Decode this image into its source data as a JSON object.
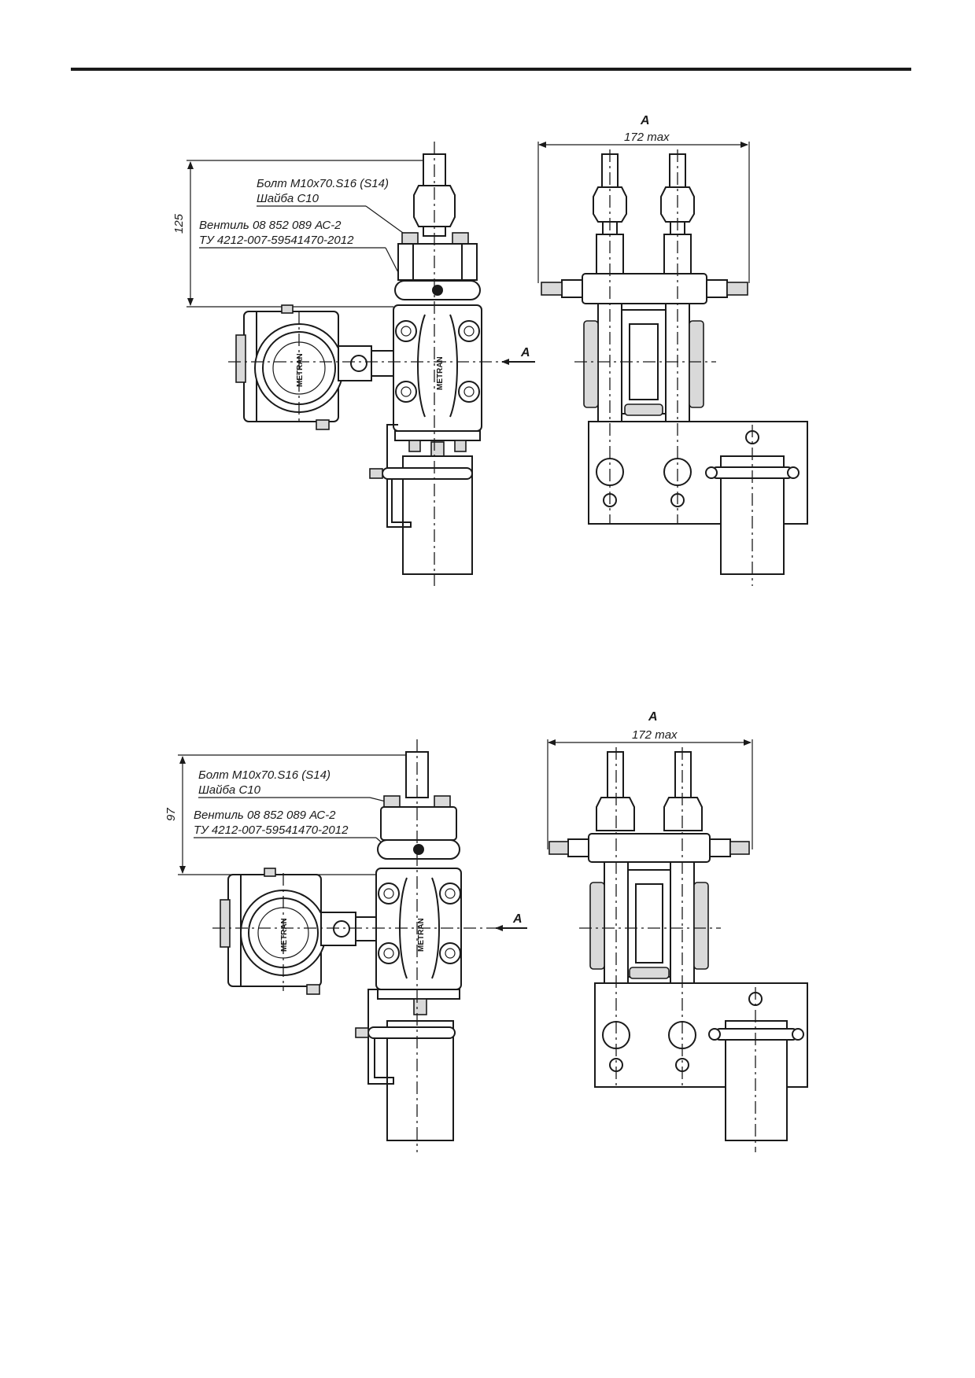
{
  "figures": [
    {
      "dimension_height": "125",
      "bolt_label": "Болт М10х70.S16 (S14)",
      "washer_label": "Шайба С10",
      "valve_label": "Вентиль 08 852 089 АС-2",
      "spec_label": "ТУ 4212-007-59541470-2012",
      "view_arrow_label": "A",
      "view_title": "A",
      "width_dimension": "172 max",
      "brand_mark": "METRAN"
    },
    {
      "dimension_height": "97",
      "bolt_label": "Болт М10х70.S16 (S14)",
      "washer_label": "Шайба С10",
      "valve_label": "Вентиль 08 852 089 АС-2",
      "spec_label": "ТУ 4212-007-59541470-2012",
      "view_arrow_label": "A",
      "view_title": "A",
      "width_dimension": "172 max",
      "brand_mark": "METRAN"
    }
  ]
}
